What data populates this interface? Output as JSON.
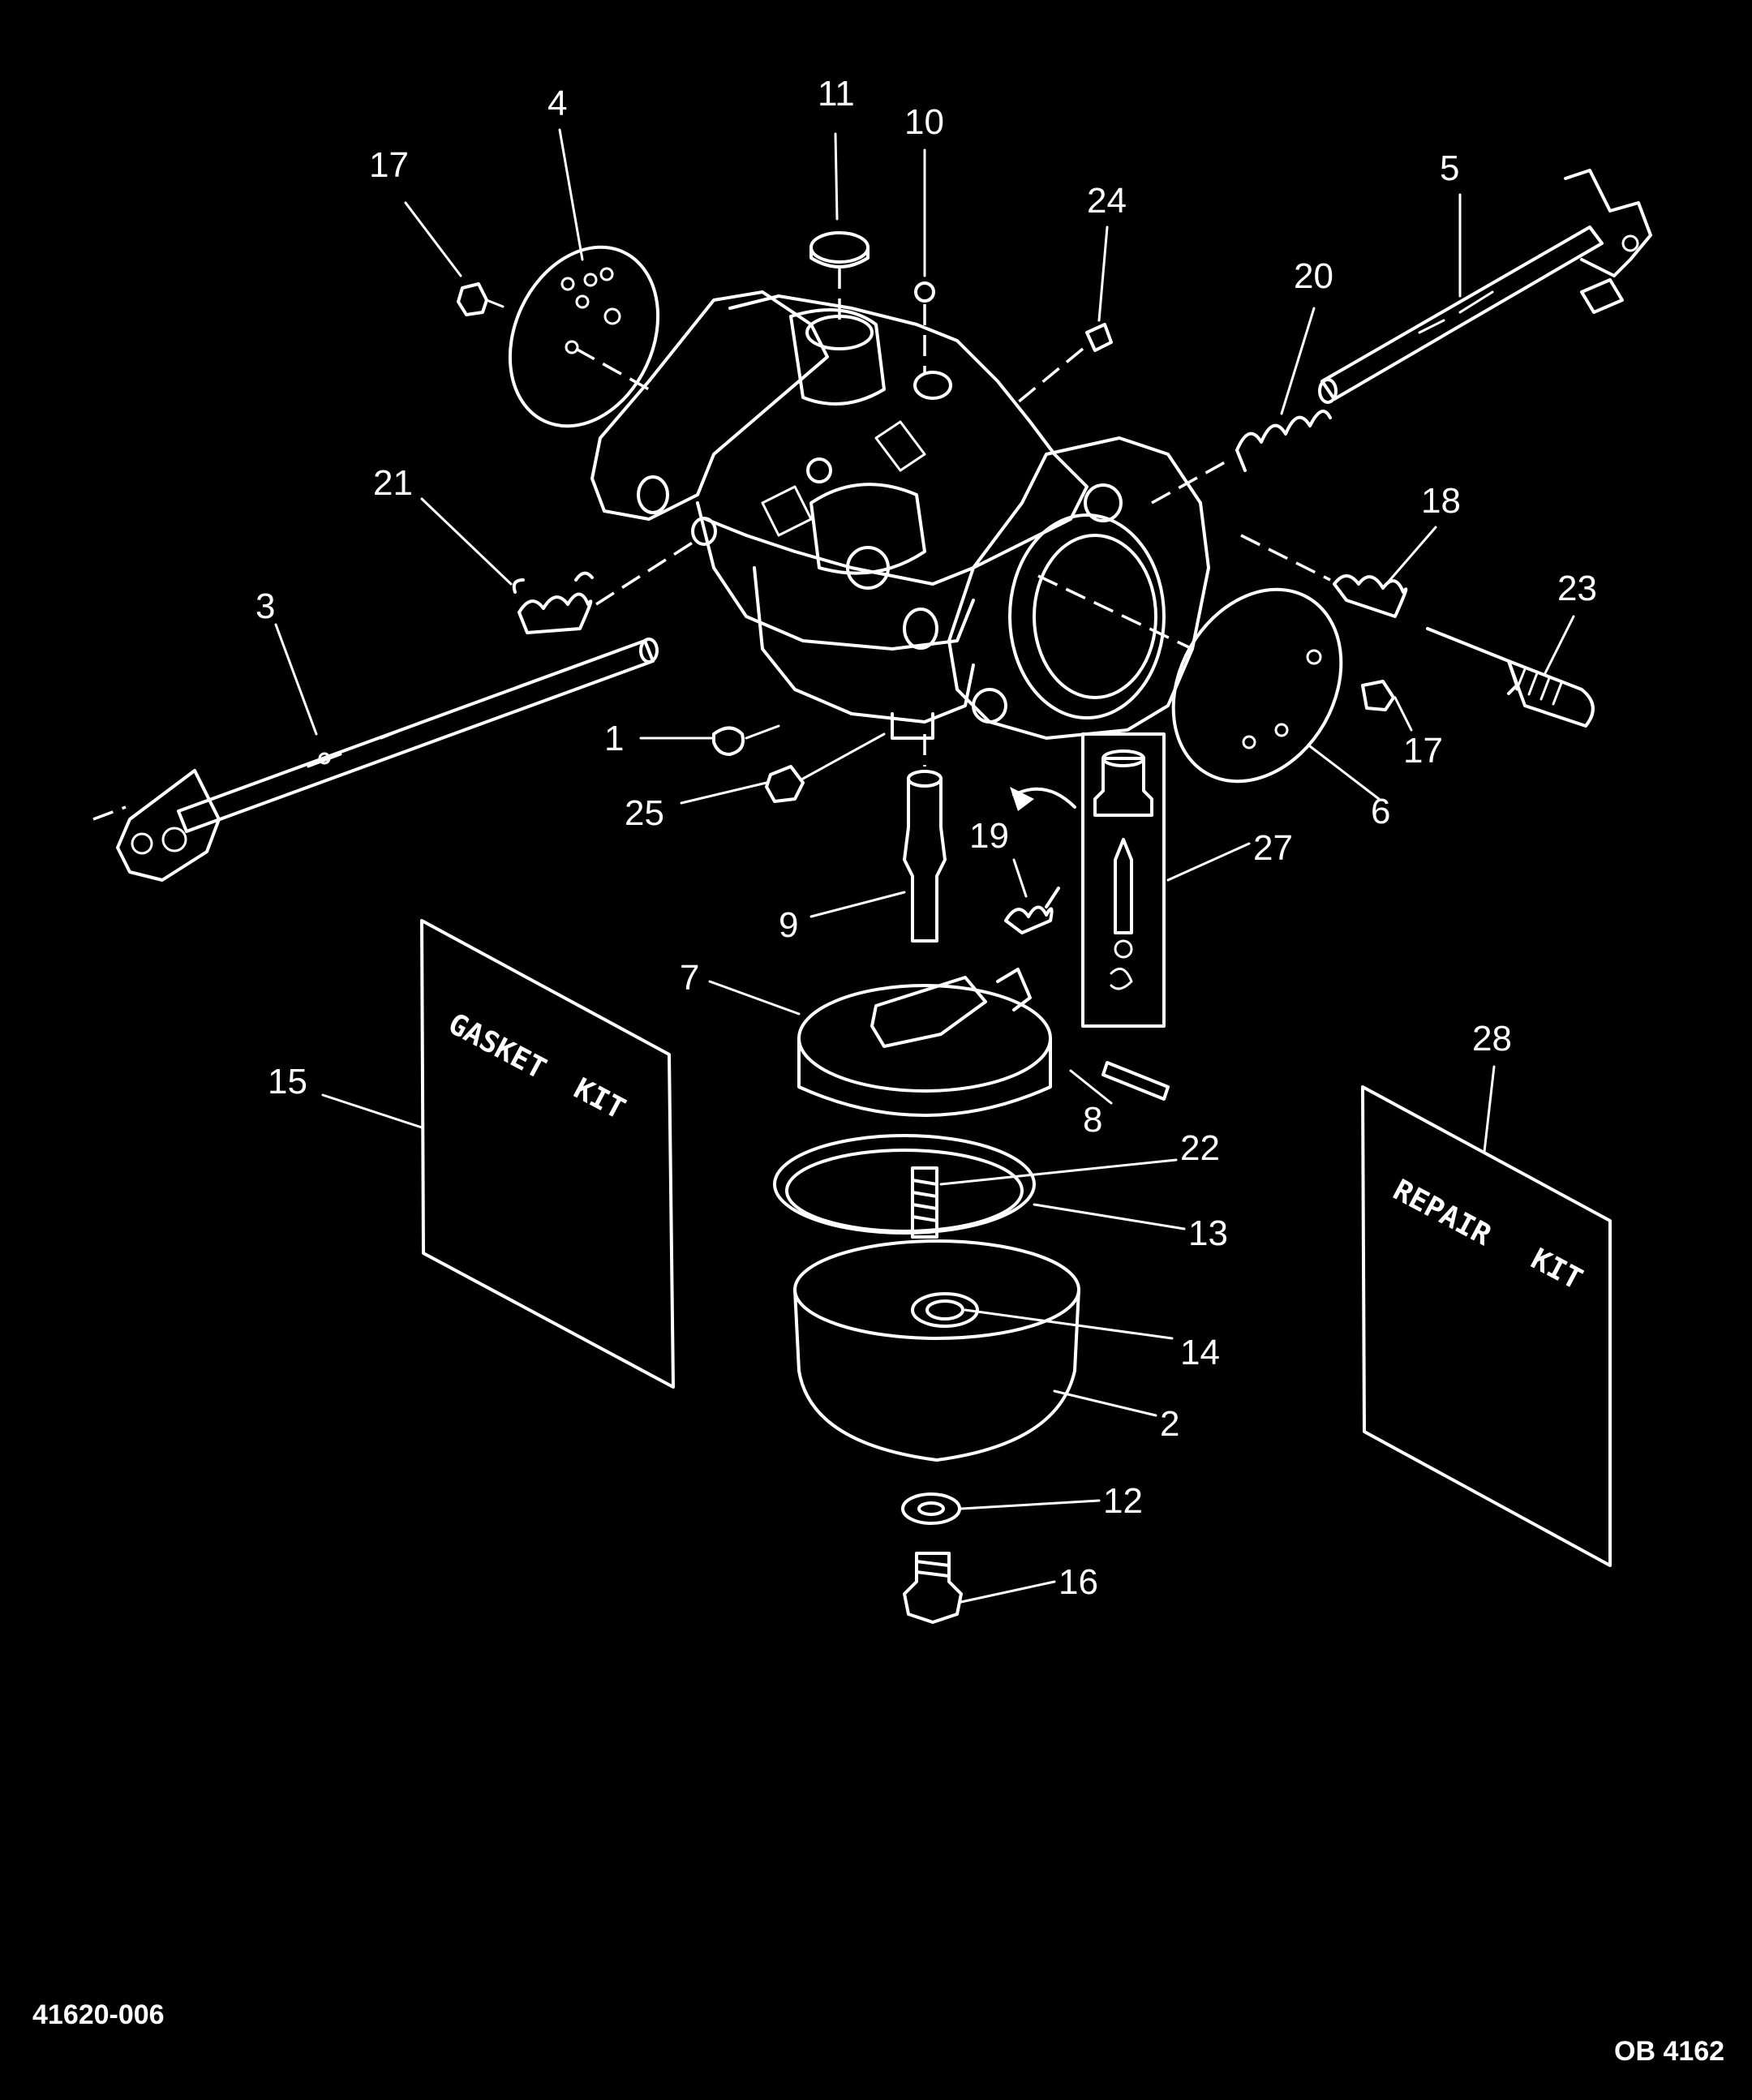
{
  "labels": {
    "l1": "1",
    "l2": "2",
    "l3": "3",
    "l4": "4",
    "l5": "5",
    "l6": "6",
    "l7": "7",
    "l8": "8",
    "l9": "9",
    "l10": "10",
    "l11": "11",
    "l12": "12",
    "l13": "13",
    "l14": "14",
    "l15": "15",
    "l16": "16",
    "l17a": "17",
    "l17b": "17",
    "l18": "18",
    "l19": "19",
    "l20": "20",
    "l21": "21",
    "l22": "22",
    "l23": "23",
    "l24": "24",
    "l25": "25",
    "l27": "27",
    "l28": "28"
  },
  "gasket_kit": {
    "line1": "GASKET",
    "line2": "KIT"
  },
  "repair_kit": {
    "line1": "REPAIR",
    "line2": "KIT"
  },
  "footer": {
    "left": "41620-006",
    "right": "OB 4162"
  }
}
